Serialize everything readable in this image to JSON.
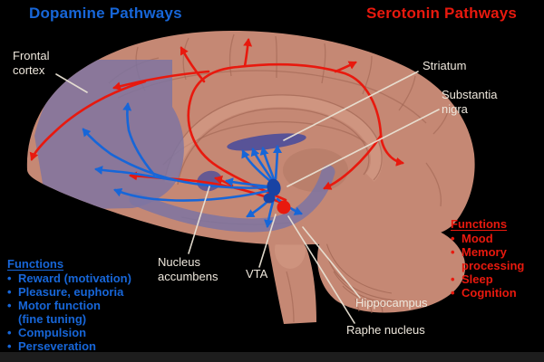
{
  "titles": {
    "dopamine": "Dopamine Pathways",
    "serotonin": "Serotonin Pathways"
  },
  "labels": {
    "frontal_cortex": "Frontal\ncortex",
    "striatum": "Striatum",
    "substantia_nigra": "Substantia\nnigra",
    "nucleus_accumbens": "Nucleus\naccumbens",
    "vta": "VTA",
    "hippocampus": "Hippocampus",
    "raphe_nucleus": "Raphe nucleus"
  },
  "dopamine_functions": {
    "heading": "Functions",
    "items": [
      "Reward (motivation)",
      "Pleasure, euphoria",
      "Motor function\n(fine tuning)",
      "Compulsion",
      "Perseveration"
    ]
  },
  "serotonin_functions": {
    "heading": "Functions",
    "items": [
      "Mood",
      "Memory\nprocessing",
      "Sleep",
      "Cognition"
    ]
  },
  "glyphs": {
    "bullet": "•"
  },
  "colors": {
    "dopamine": "#1766d8",
    "serotonin": "#e8190e",
    "label": "#eee7dc",
    "leader": "#e9e2d4",
    "bg": "#000000",
    "bottom_bar": "#1d1d1d",
    "brain": "#c58874",
    "brain_dark": "#9c6250",
    "brain_light": "#d9a18b",
    "region": "#7d74a2",
    "region_dark": "#4e4e9a"
  }
}
